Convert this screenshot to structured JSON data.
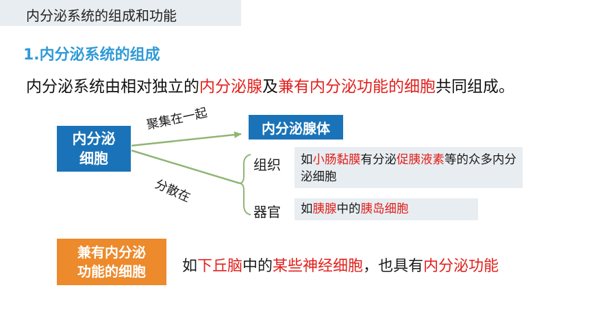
{
  "slide": {
    "title": "内分泌系统的组成和功能",
    "section_heading": "1.内分泌系统的组成",
    "sentence": [
      {
        "text": "内分泌系统由相对独立的",
        "highlight": false
      },
      {
        "text": "内分泌腺",
        "highlight": true
      },
      {
        "text": "及",
        "highlight": false
      },
      {
        "text": "兼有内分泌功能的细胞",
        "highlight": true
      },
      {
        "text": "共同组成。",
        "highlight": false
      }
    ]
  },
  "diagram": {
    "source_box": {
      "line1": "内分泌",
      "line2": "细胞"
    },
    "arrow_upper_label": "聚集在一起",
    "arrow_lower_label": "分散在",
    "gland_box": "内分泌腺体",
    "tissue": {
      "label": "组织",
      "parts": [
        {
          "text": "如",
          "highlight": false
        },
        {
          "text": "小肠黏膜",
          "highlight": true
        },
        {
          "text": "有分泌",
          "highlight": false
        },
        {
          "text": "促胰液素",
          "highlight": true
        },
        {
          "text": "等的众多内分泌细胞",
          "highlight": false
        }
      ]
    },
    "organ": {
      "label": "器官",
      "parts": [
        {
          "text": "如",
          "highlight": false
        },
        {
          "text": "胰腺",
          "highlight": true
        },
        {
          "text": "中的",
          "highlight": false
        },
        {
          "text": "胰岛细胞",
          "highlight": true
        }
      ]
    },
    "dual_box": {
      "line1": "兼有内分泌",
      "line2": "功能的细胞"
    },
    "dual_example": [
      {
        "text": "如",
        "highlight": false
      },
      {
        "text": "下丘脑",
        "highlight": true
      },
      {
        "text": "中的",
        "highlight": false
      },
      {
        "text": "某些神经细胞",
        "highlight": true
      },
      {
        "text": "，也具有",
        "highlight": false
      },
      {
        "text": "内分泌功能",
        "highlight": true
      }
    ]
  },
  "colors": {
    "heading_blue": "#2f9ad6",
    "box_blue": "#1a73b8",
    "box_orange": "#ec8a2c",
    "highlight_red": "#e0201c",
    "arrow_green": "#8fb573",
    "panel_gray": "#e8edf1"
  }
}
